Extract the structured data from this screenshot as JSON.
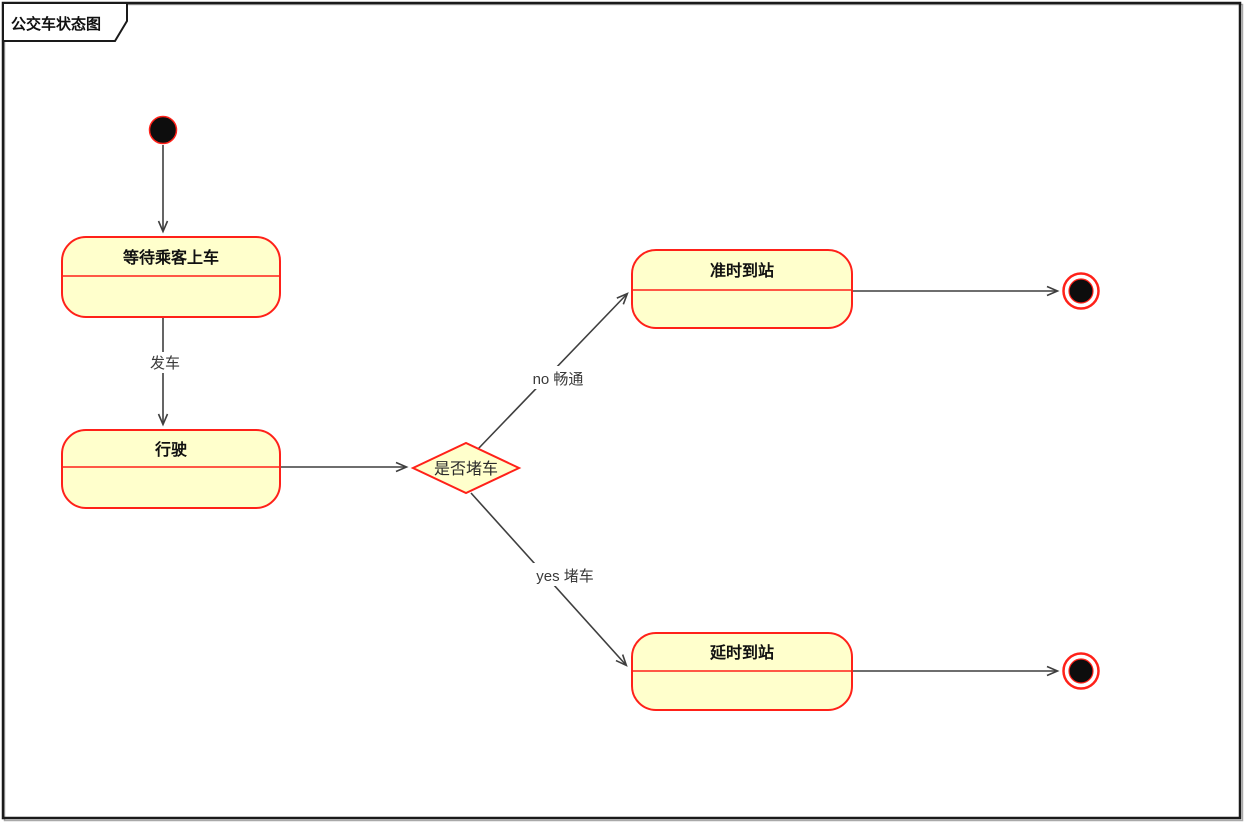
{
  "frame": {
    "title": "公交车状态图"
  },
  "colors": {
    "background": "#ffffff",
    "frame_border": "#1a1a1a",
    "state_fill": "#FFFFCC",
    "state_border": "#FF2119",
    "edge_line": "#3f3f3f",
    "node_black": "#0d0d0d",
    "title_text": "#111111",
    "label_text": "#3a3a3a"
  },
  "nodes": {
    "wait": {
      "label": "等待乘客上车"
    },
    "drive": {
      "label": "行驶"
    },
    "decision": {
      "label": "是否堵车"
    },
    "on_time": {
      "label": "准时到站"
    },
    "delayed": {
      "label": "延时到站"
    }
  },
  "edges": {
    "depart": {
      "label": "发车"
    },
    "decision_no": {
      "label": "no 畅通"
    },
    "decision_yes": {
      "label": "yes 堵车"
    }
  }
}
